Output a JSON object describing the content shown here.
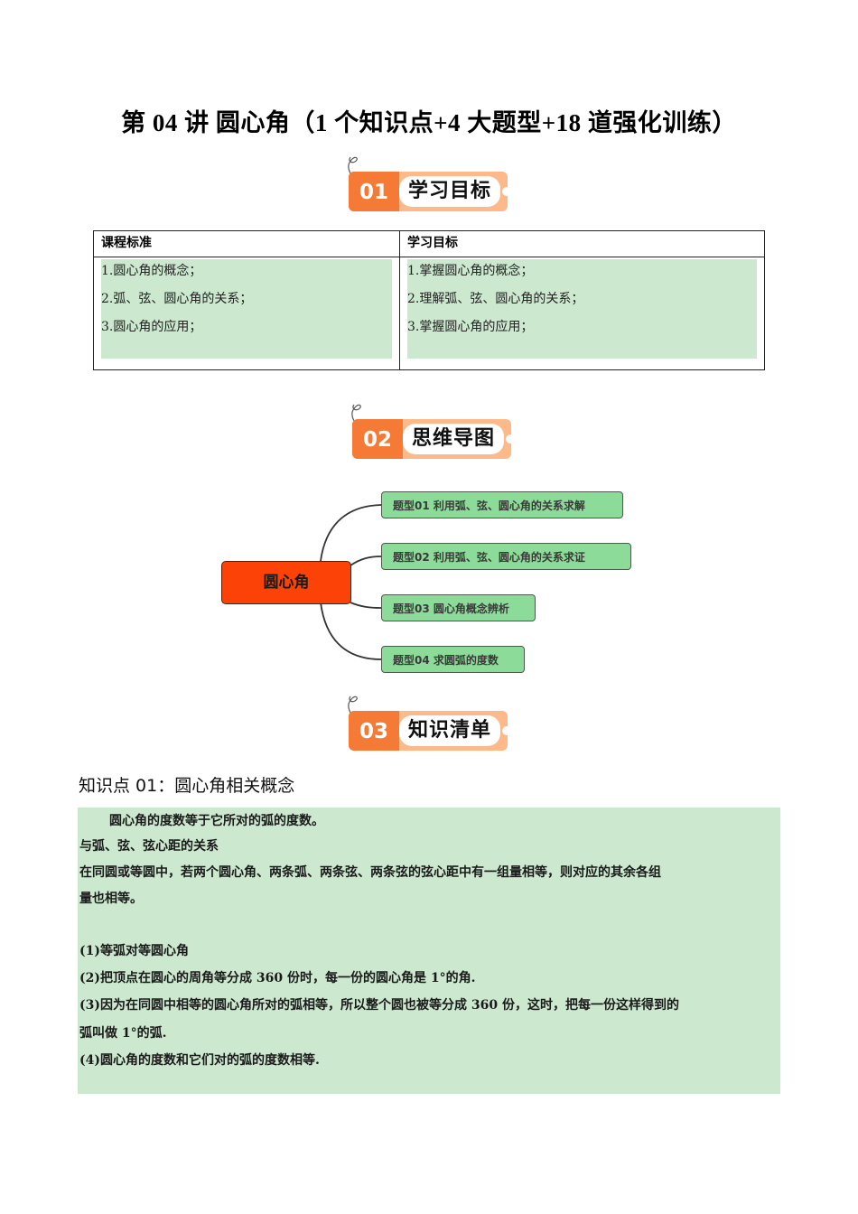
{
  "title": "第 04 讲  圆心角（1 个知识点+4 大题型+18 道强化训练）",
  "sections": [
    {
      "number": "01",
      "label": "学习目标"
    },
    {
      "number": "02",
      "label": "思维导图"
    },
    {
      "number": "03",
      "label": "知识清单"
    }
  ],
  "objectives_table": {
    "headers": [
      "课程标准",
      "学习目标"
    ],
    "course_standards": [
      "1.圆心角的概念；",
      "2.弧、弦、圆心角的关系；",
      "3.圆心角的应用；"
    ],
    "learning_goals": [
      "1.掌握圆心角的概念；",
      "2.理解弧、弦、圆心角的关系；",
      "3.掌握圆心角的应用；"
    ]
  },
  "mind_map": {
    "root": "圆心角",
    "branches": [
      "题型01  利用弧、弦、圆心角的关系求解",
      "题型02  利用弧、弦、圆心角的关系求证",
      "题型03  圆心角概念辨析",
      "题型04  求圆弧的度数"
    ]
  },
  "knowledge": {
    "heading": "知识点 01：圆心角相关概念",
    "lines": [
      "圆心角的度数等于它所对的弧的度数。",
      "与弧、弦、弦心距的关系",
      "在同圆或等圆中，若两个圆心角、两条弧、两条弦、两条弦的弦心距中有一组量相等，则对应的其余各组",
      "量也相等。",
      "(1)等弧对等圆心角",
      "(2)把顶点在圆心的周角等分成 360 份时，每一份的圆心角是 1°的角.",
      "(3)因为在同圆中相等的圆心角所对的弧相等，所以整个圆也被等分成 360 份，这时，把每一份这样得到的",
      "弧叫做 1°的弧.",
      "(4)圆心角的度数和它们对的弧的度数相等."
    ]
  },
  "colors": {
    "badge_orange": "#f47a35",
    "badge_light": "#fdb98a",
    "cell_green": "#cce8cf",
    "root_red": "#fc4207",
    "node_green": "#8ddb98"
  }
}
